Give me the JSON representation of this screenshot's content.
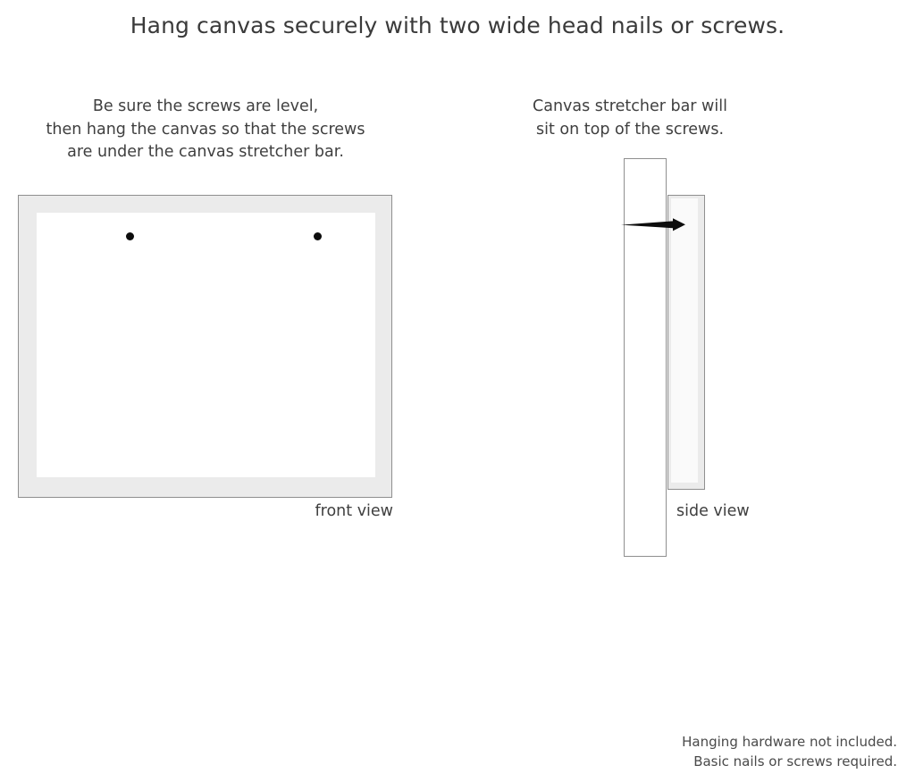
{
  "title": "Hang canvas securely with two wide head nails or screws.",
  "captions": {
    "left": [
      "Be sure the screws are level,",
      "then hang the canvas so that the screws",
      "are under the canvas stretcher bar."
    ],
    "right": [
      "Canvas stretcher bar will",
      "sit on top of the screws."
    ]
  },
  "views": {
    "front_label": "front view",
    "side_label": "side view"
  },
  "footer": [
    "Hanging hardware not included.",
    "Basic nails or screws required."
  ],
  "colors": {
    "frame_fill": "#ebebeb",
    "frame_stroke": "#8f8f8f",
    "canvas_inner": "#ffffff",
    "screw": "#0d0d0d",
    "text": "#3b3b3b"
  }
}
